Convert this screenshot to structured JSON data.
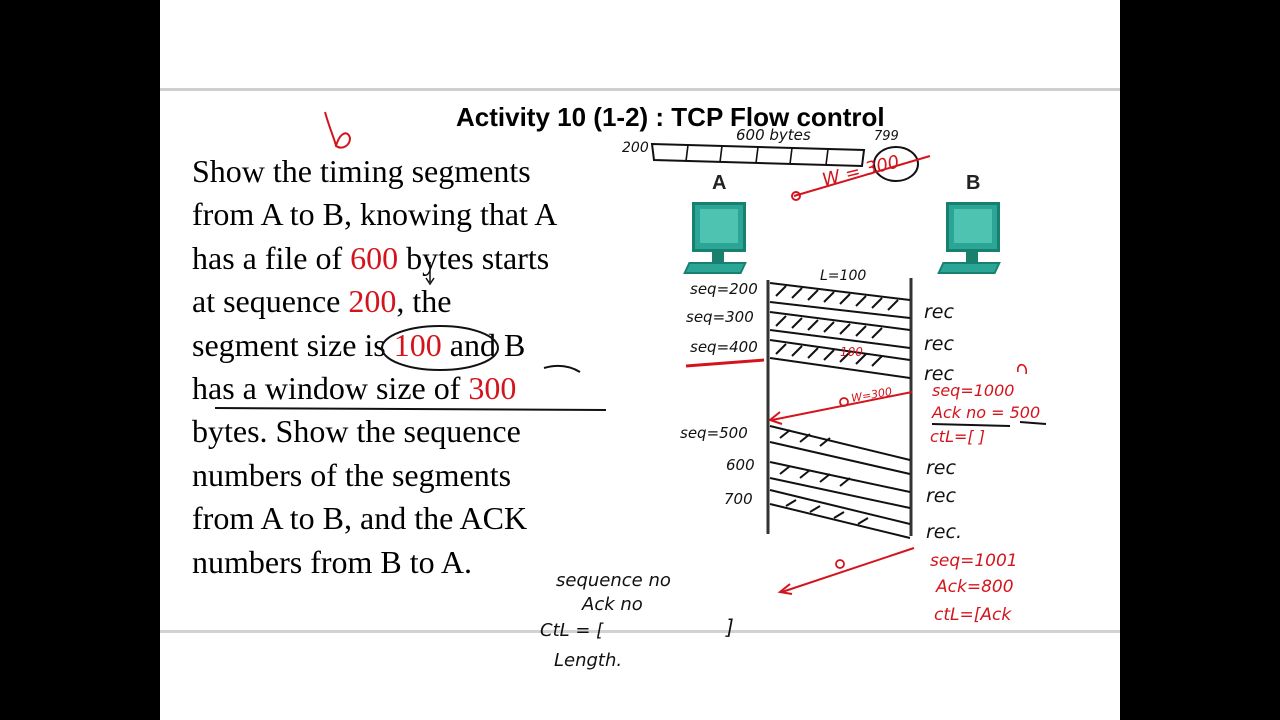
{
  "slide": {
    "title": "Activity 10 (1-2) : TCP Flow control",
    "problem": [
      {
        "t": "Show the timing segments"
      },
      {
        "t": "from A to B, knowing that A"
      },
      {
        "t": "has a file of ",
        "hl": "600",
        "r": " bytes starts"
      },
      {
        "t": "at sequence ",
        "hl": "200",
        "r": ", the"
      },
      {
        "t": "segment size is ",
        "hl": "100",
        "r": " and B"
      },
      {
        "t": "has a window size of ",
        "hl": "300",
        "r": ""
      },
      {
        "t": "bytes. Show the sequence"
      },
      {
        "t": "numbers of the segments"
      },
      {
        "t": "from A to B, and the ACK"
      },
      {
        "t": "numbers from B to A."
      }
    ],
    "host_a_label": "A",
    "host_b_label": "B"
  },
  "handwritten": {
    "file_bar_bytes": "600 bytes",
    "file_start": "200",
    "file_end": "799",
    "window_note": "W = 300",
    "length_note": "L=100",
    "mid_segment_note": "100",
    "window_ack_note": "W=300",
    "left_seqs": [
      "seq=200",
      "seq=300",
      "seq=400",
      "seq=500",
      "600",
      "700"
    ],
    "rec_labels": [
      "rec",
      "rec",
      "rec",
      "rec",
      "rec",
      "rec."
    ],
    "b_reply_1": [
      "seq=1000",
      "Ack no = 500",
      "ctL=[    ]"
    ],
    "b_reply_2": [
      "seq=1001",
      "Ack=800",
      "ctL=[Ack"
    ],
    "header_fields": [
      "sequence no",
      "Ack no",
      "CtL = [",
      "Length."
    ],
    "bracket_close": "]"
  },
  "colors": {
    "accent_red": "#d4141c",
    "ink_black": "#111111",
    "pc_teal": "#2aa596"
  }
}
